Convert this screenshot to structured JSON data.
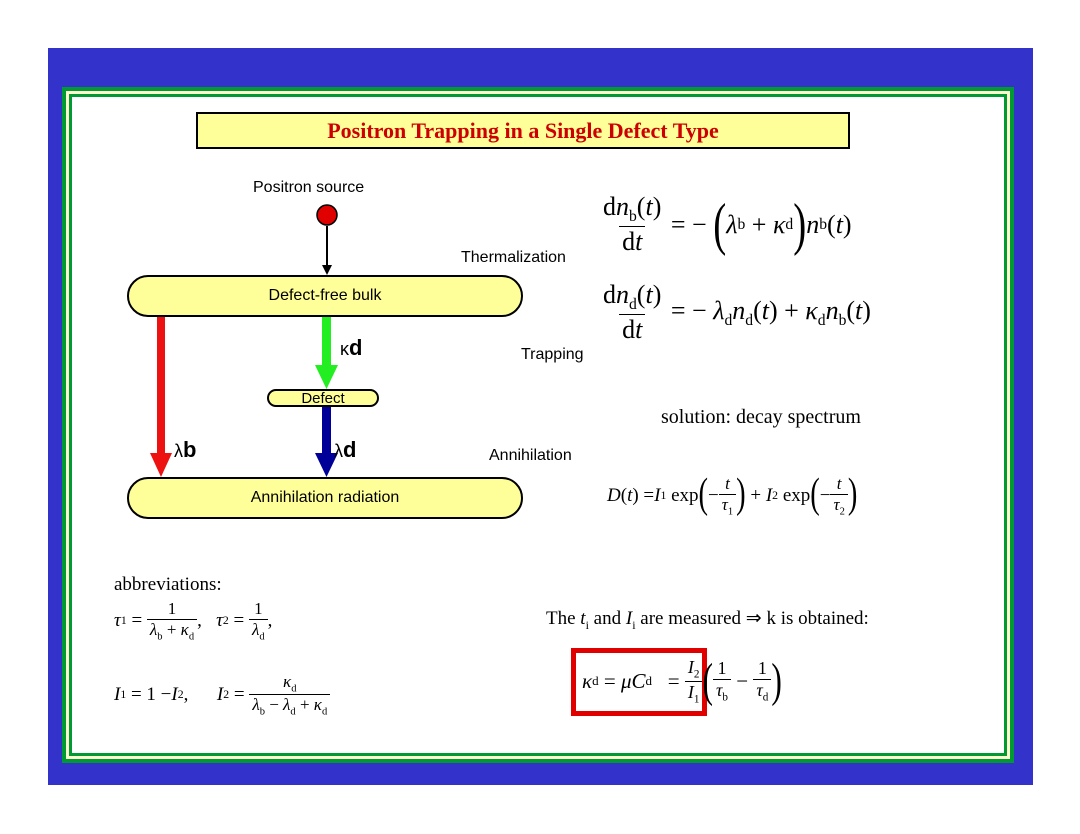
{
  "title": "Positron Trapping in a Single Defect Type",
  "diagram": {
    "source_label": "Positron  source",
    "bulk_label": "Defect-free bulk",
    "defect_label": "Defect",
    "radiation_label": "Annihilation radiation",
    "kappa_d": "κ",
    "kappa_sub": "d",
    "lambda_b": "λ",
    "lambda_b_sub": "b",
    "lambda_d": "λ",
    "lambda_d_sub": "d",
    "colors": {
      "source": "#e00000",
      "bulk_to_radiation": "#ee1111",
      "trapping": "#22ee22",
      "defect_to_radiation": "#000099",
      "pill_fill": "#ffff99"
    }
  },
  "steps": {
    "thermalization": "Thermalization",
    "trapping": "Trapping",
    "annihilation": "Annihilation"
  },
  "text": {
    "solution": "solution: decay spectrum",
    "abbreviations": "abbreviations:",
    "measured_pre": "The",
    "measured_mid": "and",
    "measured_post": "are measured ⇒ k is obtained:"
  },
  "colors": {
    "background": "#3333cc",
    "frame": "#009933",
    "title_fill": "#ffff99",
    "title_text": "#cc0000",
    "highlight_box": "#e00000"
  }
}
